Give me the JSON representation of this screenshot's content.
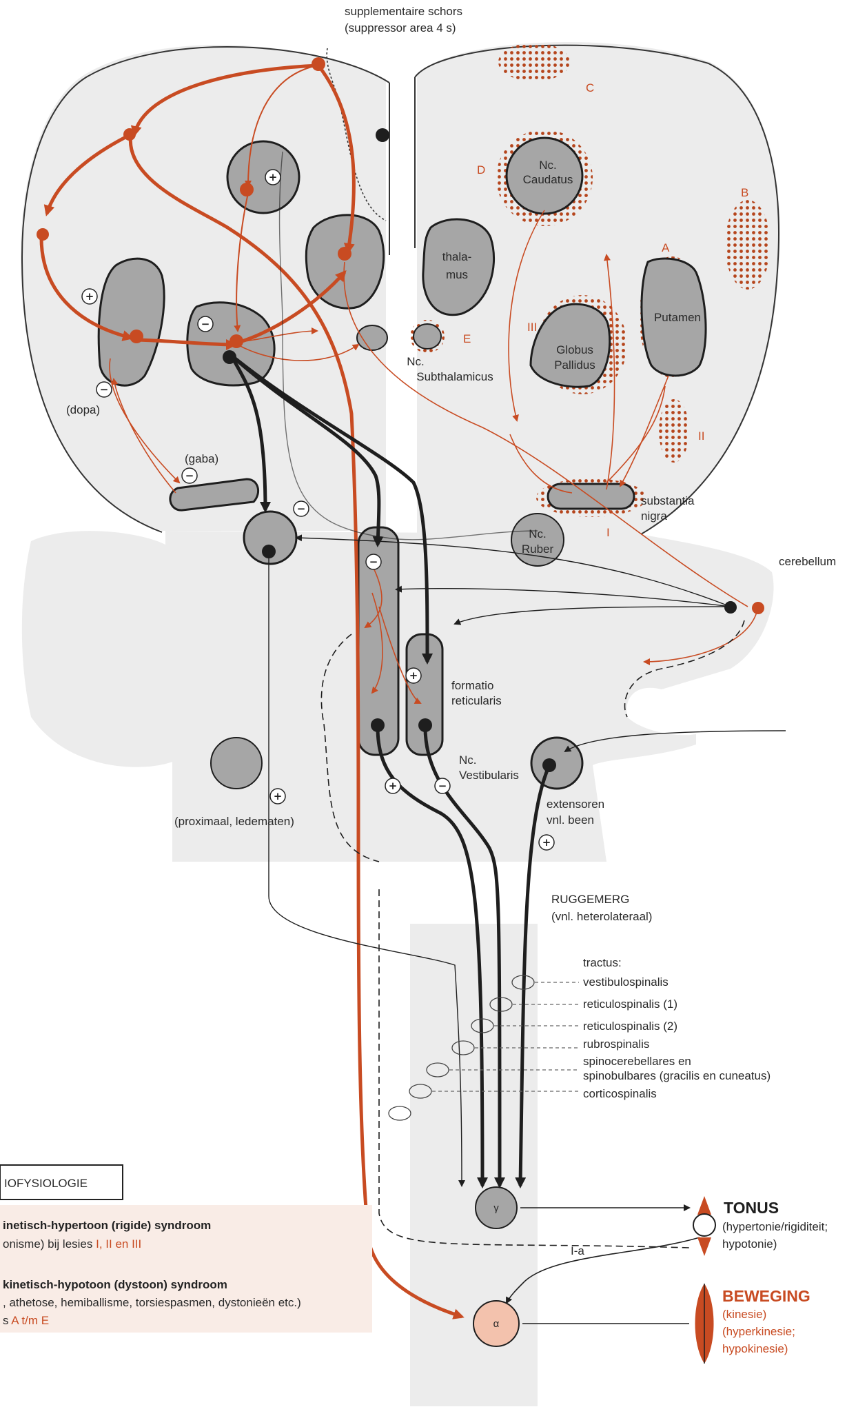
{
  "colors": {
    "orange": "#c84b22",
    "black": "#1e1e1e",
    "body_fill": "#ececec",
    "nucleus_fill": "#a6a6a6",
    "alpha_fill": "#f3c2ad",
    "legend_fill": "#f9ece6"
  },
  "header": {
    "supp_line1": "supplementaire schors",
    "supp_line2": "(suppressor area 4 s)"
  },
  "letters": {
    "a": "A",
    "b": "B",
    "c": "C",
    "d": "D",
    "e": "E",
    "r1": "I",
    "r2": "II",
    "r3": "III"
  },
  "nuclei": {
    "thalamus": [
      "thala-",
      "mus"
    ],
    "caudatus": [
      "Nc.",
      "Caudatus"
    ],
    "putamen": "Putamen",
    "globus": [
      "Globus",
      "Pallidus"
    ],
    "subthal": [
      "Nc.",
      "Subthalamicus"
    ],
    "ruber": [
      "Nc.",
      "Ruber"
    ],
    "substantia": [
      "substantia",
      "nigra"
    ],
    "cerebellum": "cerebellum",
    "dopa": "(dopa)",
    "gaba": "(gaba)",
    "formatio": [
      "formatio",
      "reticularis"
    ],
    "vestibularis": [
      "Nc.",
      "Vestibularis"
    ],
    "proximaal": "(proximaal, ledematen)",
    "extensoren": [
      "extensoren",
      "vnl. been"
    ]
  },
  "signs": {
    "plus": "+",
    "minus": "−"
  },
  "spinal": {
    "title": "RUGGEMERG",
    "subtitle": "(vnl. heterolateraal)",
    "tractus_header": "tractus:",
    "tracts": [
      "vestibulospinalis",
      "reticulospinalis (1)",
      "reticulospinalis (2)",
      "rubrospinalis",
      "spinocerebellares en",
      "spinobulbares (gracilis en cuneatus)",
      "corticospinalis"
    ]
  },
  "motor": {
    "gamma": "γ",
    "alpha": "α",
    "ia": "I-a"
  },
  "tonus": {
    "title": "TONUS",
    "line1": "(hypertonie/rigiditeit;",
    "line2": "hypotonie)"
  },
  "beweging": {
    "title": "BEWEGING",
    "lines": [
      "(kinesie)",
      "(hyperkinesie;",
      "hypokinesie)"
    ]
  },
  "legend": {
    "box_title": "IOFYSIOLOGIE",
    "s1_title": "inetisch-hypertoon (rigide) syndroom",
    "s1_sub_prefix": "onisme) bij lesies ",
    "s1_sub_letters": "I, II en III",
    "s2_title": "kinetisch-hypotoon (dystoon) syndroom",
    "s2_sub": ", athetose, hemiballisme, torsiespasmen, dystonieën etc.)",
    "s2_sub2_prefix": "s ",
    "s2_sub2_letters": "A t/m E"
  }
}
